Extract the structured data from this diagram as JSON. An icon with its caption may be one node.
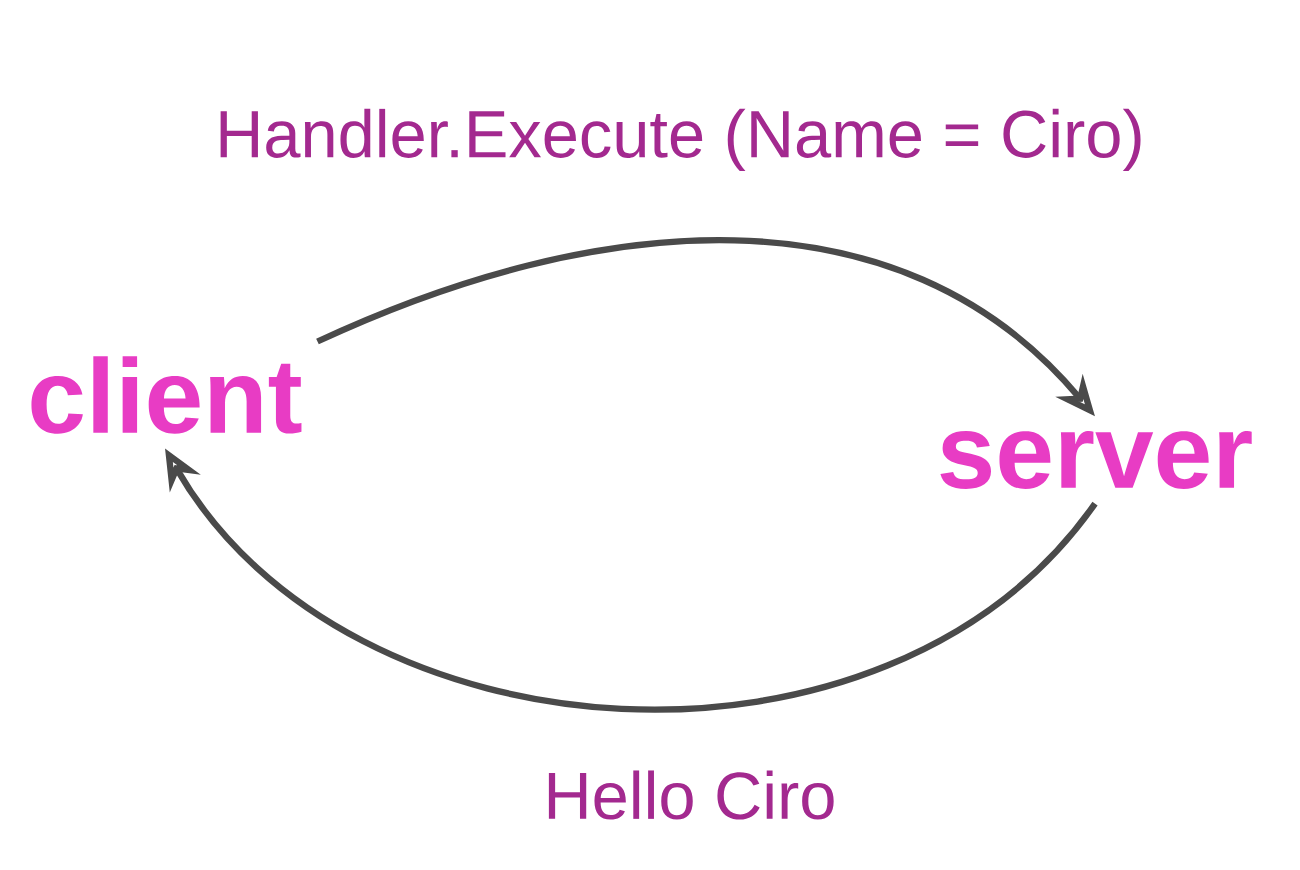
{
  "diagram": {
    "nodes": [
      {
        "text": [
          "client"
        ]
      },
      {
        "text": [
          "server"
        ]
      }
    ],
    "edges": [
      {
        "from": 0,
        "to": 1,
        "arrow": "to",
        "label": "Handler.Execute (Name = Ciro)"
      },
      {
        "from": 1,
        "to": 0,
        "arrow": "to",
        "label": "Hello Ciro"
      }
    ]
  }
}
